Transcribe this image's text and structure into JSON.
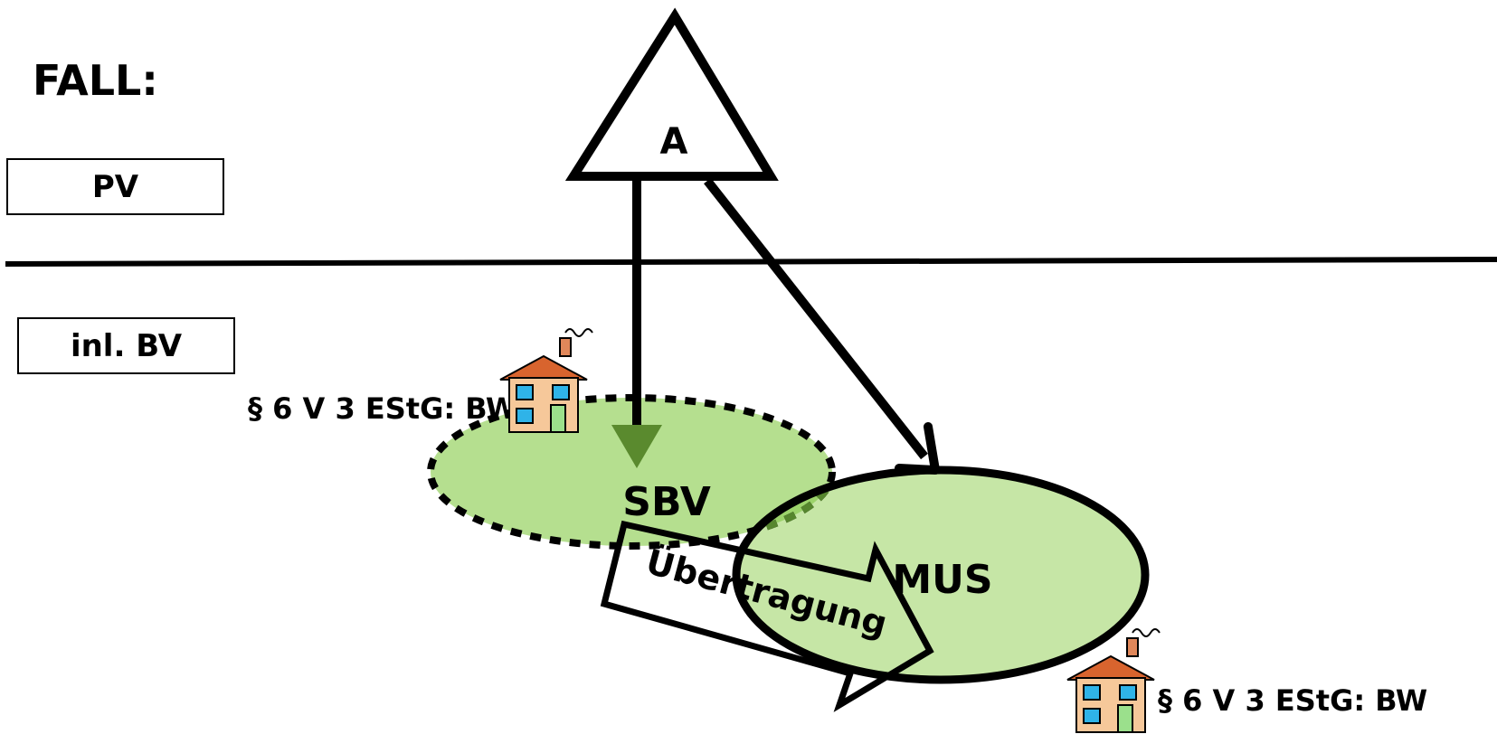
{
  "title": "FALL:",
  "labels": {
    "pv": "PV",
    "inl_bv": "inl. BV",
    "a": "A",
    "sbv": "SBV",
    "mus": "MUS",
    "transfer": "Übertragung",
    "rule_left": "§ 6 V 3 EStG: BW",
    "rule_right": "§ 6 V 3 EStG: BW"
  },
  "colors": {
    "sbv_fill": "#b5df8f",
    "mus_fill": "#c6e6a6",
    "overlap_fill": "#9cd36b",
    "dashed_border": "#56862e",
    "arrowhead_green": "#5a8a2e",
    "line": "#000000"
  },
  "icons": [
    "house-icon",
    "house-icon"
  ]
}
